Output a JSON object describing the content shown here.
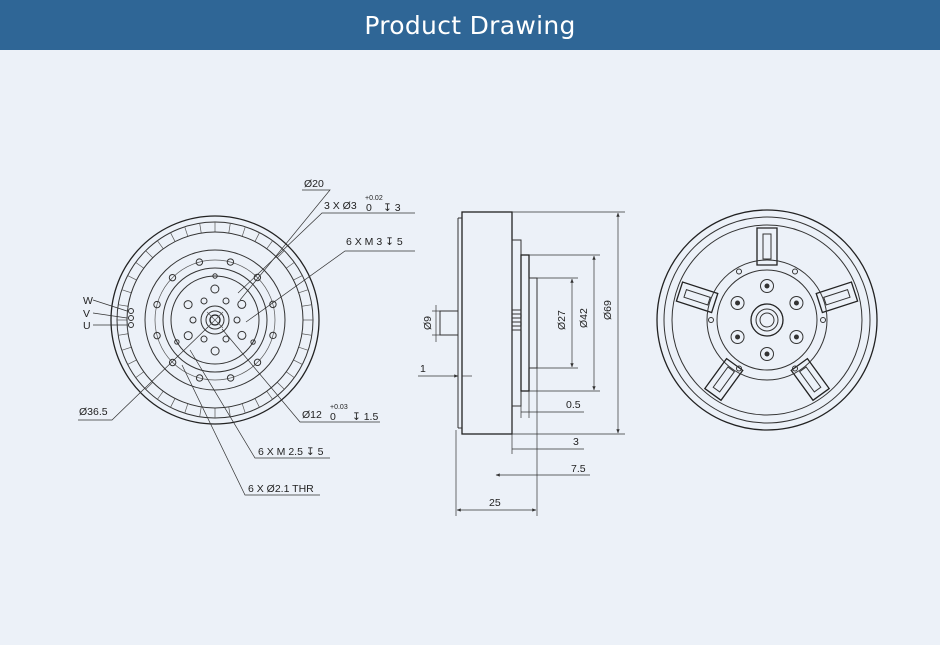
{
  "header": {
    "title": "Product Drawing"
  },
  "front_view": {
    "wire_labels": [
      "W",
      "V",
      "U"
    ],
    "callouts": {
      "d20": "Ø20",
      "bore3": "3 X Ø3",
      "bore3_tol_upper": "+0.02",
      "bore3_tol_lower": "0",
      "bore3_depth": "↧ 3",
      "m3": "6 X M 3  ↧  5",
      "d36": "Ø36.5",
      "d12": "Ø12",
      "d12_tol_upper": "+0.03",
      "d12_tol_lower": "0",
      "d12_depth": "↧ 1.5",
      "m25": "6 X M 2.5 ↧ 5",
      "thr": "6 X Ø2.1 THR"
    }
  },
  "side_view": {
    "dims": {
      "d9": "Ø9",
      "d27": "Ø27",
      "d42": "Ø42",
      "d69": "Ø69",
      "one": "1",
      "half": "0.5",
      "three": "3",
      "seven5": "7.5",
      "twentyfive": "25"
    }
  },
  "colors": {
    "header_bg": "#2f6696",
    "page_bg": "#ecf1f8",
    "line": "#333333"
  }
}
